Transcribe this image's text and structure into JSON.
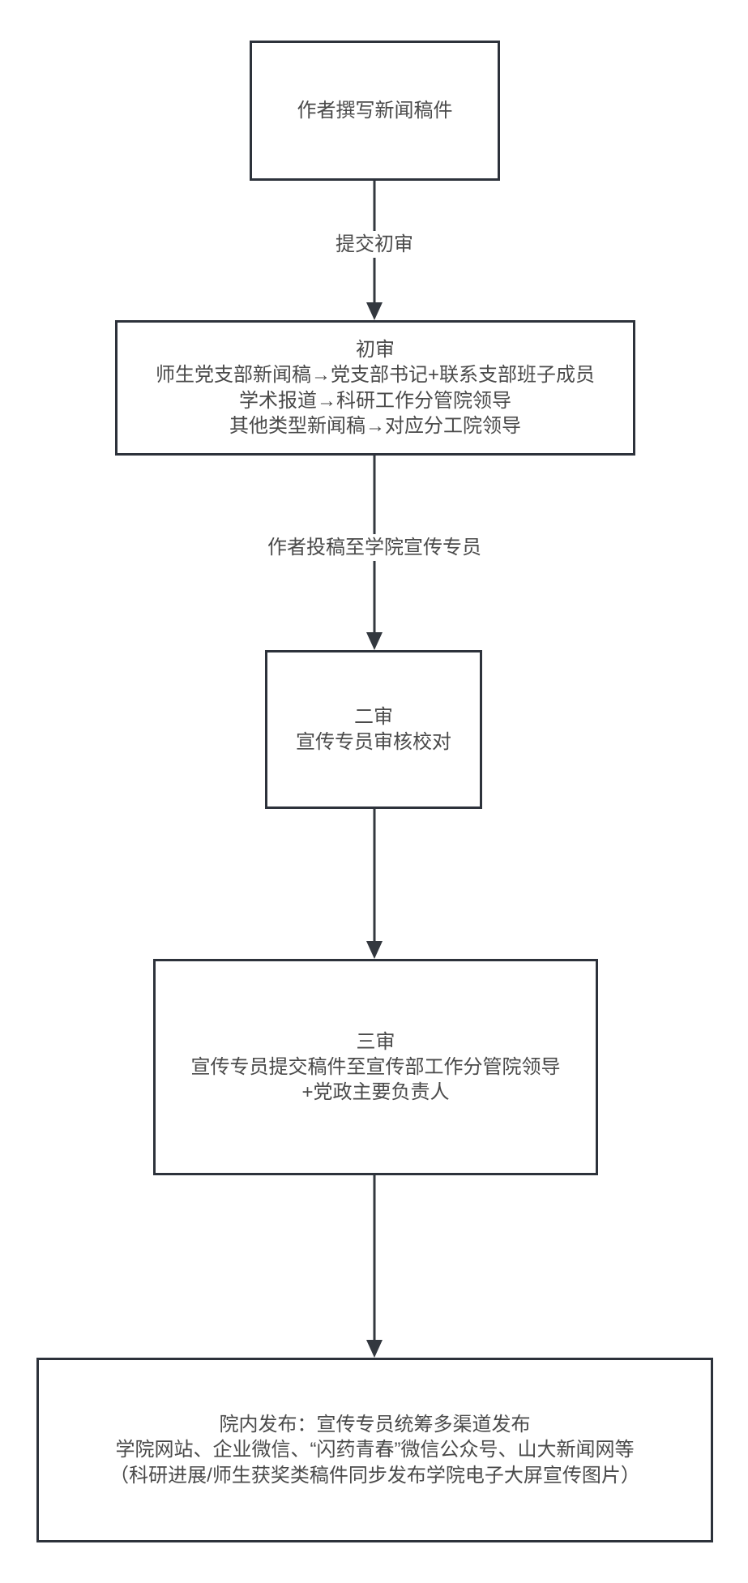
{
  "diagram": {
    "type": "flowchart",
    "direction": "top-down",
    "colors": {
      "box_border": "#2d323b",
      "text": "#4a4a4a",
      "connector": "#33383f",
      "background": "#ffffff"
    },
    "nodes": [
      {
        "id": "author-writes",
        "lines": [
          "作者撰写新闻稿件"
        ]
      },
      {
        "id": "first-review",
        "lines": [
          "初审",
          "师生党支部新闻稿→党支部书记+联系支部班子成员",
          "学术报道→科研工作分管院领导",
          "其他类型新闻稿→对应分工院领导"
        ]
      },
      {
        "id": "second-review",
        "lines": [
          "二审",
          "宣传专员审核校对"
        ]
      },
      {
        "id": "third-review",
        "lines": [
          "三审",
          "宣传专员提交稿件至宣传部工作分管院领导",
          "+党政主要负责人"
        ]
      },
      {
        "id": "publish",
        "lines": [
          "院内发布：宣传专员统筹多渠道发布",
          "学院网站、企业微信、“闪药青春”微信公众号、山大新闻网等",
          "（科研进展/师生获奖类稿件同步发布学院电子大屏宣传图片）"
        ]
      }
    ],
    "edges": [
      {
        "from": "author-writes",
        "to": "first-review",
        "label": "提交初审"
      },
      {
        "from": "first-review",
        "to": "second-review",
        "label": "作者投稿至学院宣传专员"
      },
      {
        "from": "second-review",
        "to": "third-review",
        "label": ""
      },
      {
        "from": "third-review",
        "to": "publish",
        "label": ""
      }
    ]
  }
}
